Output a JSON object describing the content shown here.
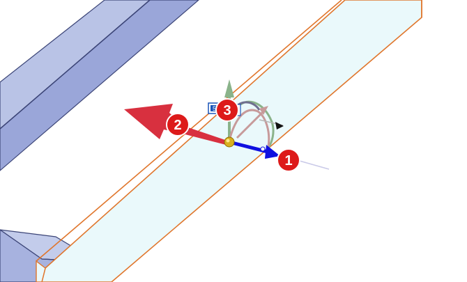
{
  "viewport": {
    "name": "cad-3d-viewport",
    "background": "#ffffff"
  },
  "colors": {
    "beam_face_top": "#b9c3e6",
    "beam_face_side": "#8e9ad0",
    "beam_edge": "#3c4577",
    "plate_fill": "#eaf9fb",
    "plate_edge": "#e0762c",
    "x_axis": "#1010e0",
    "y_axis": "#d8303f",
    "z_axis": "#8ab38a",
    "callout_fill": "#dd1a1a",
    "callout_text": "#ffffff",
    "handle_origin": "#d8b020"
  },
  "callouts": [
    {
      "label": "1"
    },
    {
      "label": "2"
    },
    {
      "label": "3"
    }
  ],
  "dimension_box": {
    "value": "5"
  },
  "icons": {
    "origin_handle": "origin-sphere-icon",
    "rotate_handles": "rotation-arc-icon",
    "move_arrow": "move-arrow-icon"
  }
}
